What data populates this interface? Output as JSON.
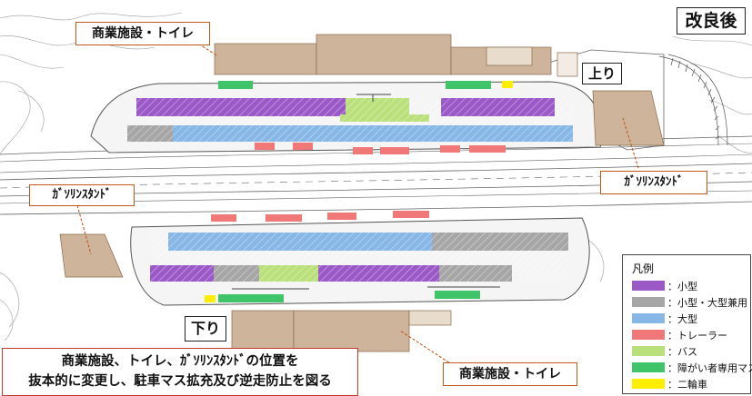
{
  "labels": {
    "kairyo_go": "改良後",
    "nobori": "上り",
    "kudari": "下り",
    "shogyo_top": "商業施設・トイレ",
    "shogyo_bottom": "商業施設・トイレ",
    "gas_left": "ｶﾞｿﾘﾝｽﾀﾝﾄﾞ",
    "gas_right": "ｶﾞｿﾘﾝｽﾀﾝﾄﾞ"
  },
  "legend": {
    "title": "凡例",
    "items": [
      {
        "label": "：小型",
        "color": "#9b59c8"
      },
      {
        "label": "：小型・大型兼用",
        "color": "#a6a6a6"
      },
      {
        "label": "：大型",
        "color": "#86b7e6"
      },
      {
        "label": "：トレーラー",
        "color": "#f07878"
      },
      {
        "label": "：バス",
        "color": "#b9e07a"
      },
      {
        "label": "：障がい者専用マス",
        "color": "#3fc46a"
      },
      {
        "label": "：二輪車",
        "color": "#ffee00"
      }
    ]
  },
  "note": {
    "line1": "商業施設、トイレ、ｶﾞｿﾘﾝｽﾀﾝﾄﾞの位置を",
    "line2": "抜本的に変更し、駐車マス拡充及び逆走防止を図る"
  },
  "colors": {
    "building": "#cdb49a",
    "callout_border": "#c0581a",
    "note_border": "#c0392b",
    "line": "#666666"
  }
}
